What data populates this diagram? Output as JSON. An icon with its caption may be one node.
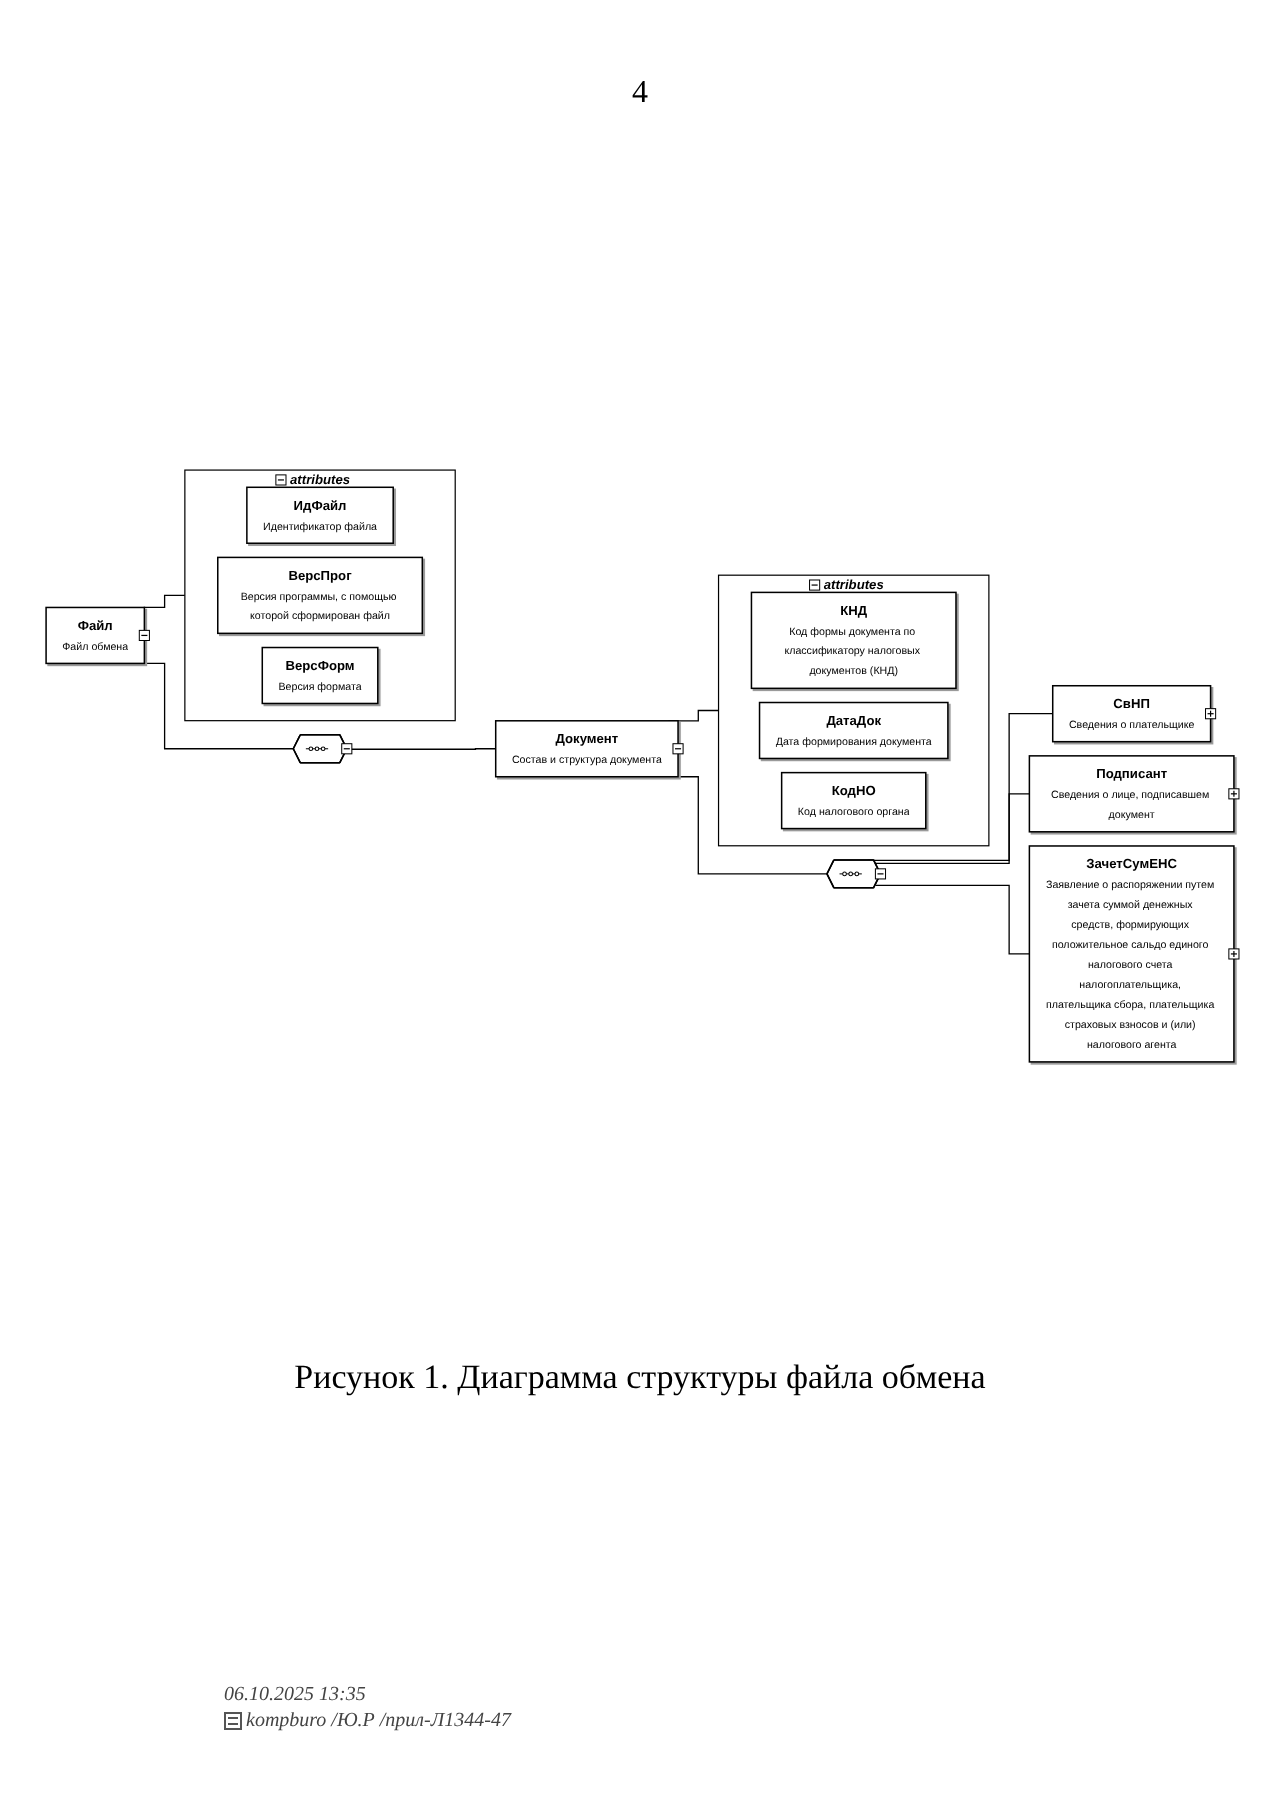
{
  "diagram": {
    "caption": "Рисунок 1. Диаграмма структуры файла обмена",
    "nodes": [
      {
        "text": [
          "Файл",
          "Файл обмена"
        ]
      },
      {
        "text": [
          "attributes"
        ]
      },
      {
        "text": [
          "ИдФайл",
          "Идентификатор файла"
        ],
        "in": 1
      },
      {
        "text": [
          "ВерсПрог",
          "Версия программы, с помощью которой сформирован файл"
        ],
        "in": 1
      },
      {
        "text": [
          "ВерсФорм",
          "Версия формата"
        ],
        "in": 1
      },
      {
        "text": [],
        "shape": "hexagon"
      },
      {
        "text": [
          "Документ",
          "Состав и структура документа"
        ]
      },
      {
        "text": [
          "attributes"
        ]
      },
      {
        "text": [
          "КНД",
          "Код формы документа по классификатору налоговых документов (КНД)"
        ],
        "in": 7
      },
      {
        "text": [
          "ДатаДок",
          "Дата формирования документа"
        ],
        "in": 7
      },
      {
        "text": [
          "КодНО",
          "Код налогового органа"
        ],
        "in": 7
      },
      {
        "text": [],
        "shape": "hexagon"
      },
      {
        "text": [
          "СвНП",
          "Сведения о плательщике"
        ]
      },
      {
        "text": [
          "Подписант",
          "Сведения о лице, подписавшем документ"
        ]
      },
      {
        "text": [
          "ЗачетСумЕНС",
          "Заявление о распоряжении путем зачета суммой денежных средств, формирующих положительное сальдо единого налогового счета налогоплательщика, плательщика сбора, плательщика страховых взносов и (или) налогового агента"
        ]
      }
    ],
    "edges": [
      {
        "from": 0,
        "to": 1,
        "arrow": "none"
      },
      {
        "from": 0,
        "to": 5,
        "arrow": "none"
      },
      {
        "from": 5,
        "to": 6,
        "arrow": "none"
      },
      {
        "from": 6,
        "to": 7,
        "arrow": "none"
      },
      {
        "from": 6,
        "to": 11,
        "arrow": "none"
      },
      {
        "from": 11,
        "to": 12,
        "arrow": "none"
      },
      {
        "from": 11,
        "to": 13,
        "arrow": "none"
      },
      {
        "from": 11,
        "to": 14,
        "arrow": "none"
      }
    ],
    "labels": [
      "4",
      "06.10.2025 13:35",
      "kompburo /Ю.Р /прил-Л1344-47"
    ]
  }
}
